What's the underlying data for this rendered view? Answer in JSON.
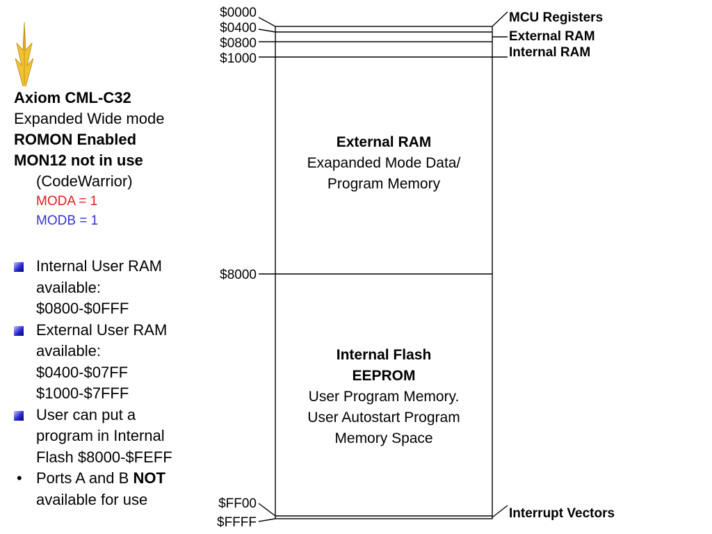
{
  "colors": {
    "logo": "#f1c232",
    "moda": "#e01b1b",
    "modb": "#3333cc",
    "bullet": "#2a2ad0"
  },
  "sidebar": {
    "title": "Axiom CML-C32",
    "mode": "Expanded Wide mode",
    "romon": "ROMON Enabled",
    "mon12": "MON12 not in use",
    "codewarrior": "(CodeWarrior)",
    "moda": "MODA = 1",
    "modb": "MODB = 1"
  },
  "bullets": {
    "b1_l1": "Internal User RAM",
    "b1_l2": "available:",
    "b1_l3": "$0800-$0FFF",
    "b2_l1": "External User RAM",
    "b2_l2": "available:",
    "b2_l3": "$0400-$07FF",
    "b2_l4": "$1000-$7FFF",
    "b3_l1": "User can put a",
    "b3_l2": "program in Internal",
    "b3_l3": "Flash $8000-$FEFF",
    "b4_pre": "Ports A and B ",
    "b4_bold": "NOT",
    "b4_l2": "available for use"
  },
  "memory_map": {
    "addresses": {
      "a0000": "$0000",
      "a0400": "$0400",
      "a0800": "$0800",
      "a1000": "$1000",
      "a8000": "$8000",
      "aff00": "$FF00",
      "affff": "$FFFF"
    },
    "right_labels": {
      "mcu_registers": "MCU Registers",
      "external_ram": "External RAM",
      "internal_ram": "Internal RAM",
      "interrupt_vectors": "Interrupt Vectors"
    },
    "external_block": {
      "title": "External RAM",
      "line1": "Exapanded Mode Data/",
      "line2": "Program Memory"
    },
    "flash_block": {
      "title1": "Internal Flash",
      "title2": "EEPROM",
      "line1": "User Program Memory.",
      "line2": "User Autostart Program",
      "line3": "Memory Space"
    }
  }
}
